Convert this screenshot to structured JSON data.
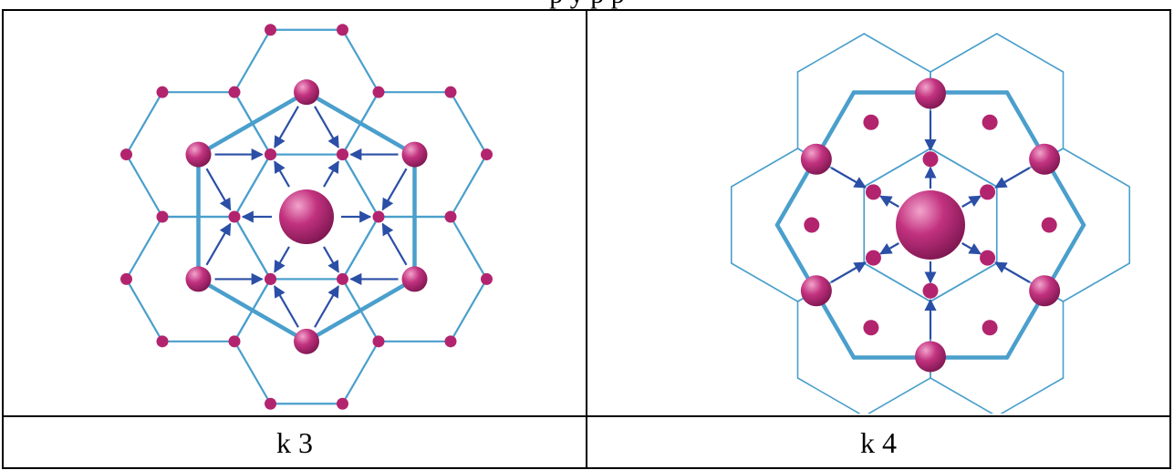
{
  "figure": {
    "top_caption_fragment": "p                    y    p     p",
    "panels": [
      {
        "label": "k 3",
        "coordination": 3
      },
      {
        "label": "k 4",
        "coordination": 4
      }
    ]
  },
  "colors": {
    "lattice_line": "#4a9fcc",
    "atom": "#b3246f",
    "atom_highlight": "#e989b9",
    "arrow": "#2b4fa6",
    "border": "#000000"
  }
}
